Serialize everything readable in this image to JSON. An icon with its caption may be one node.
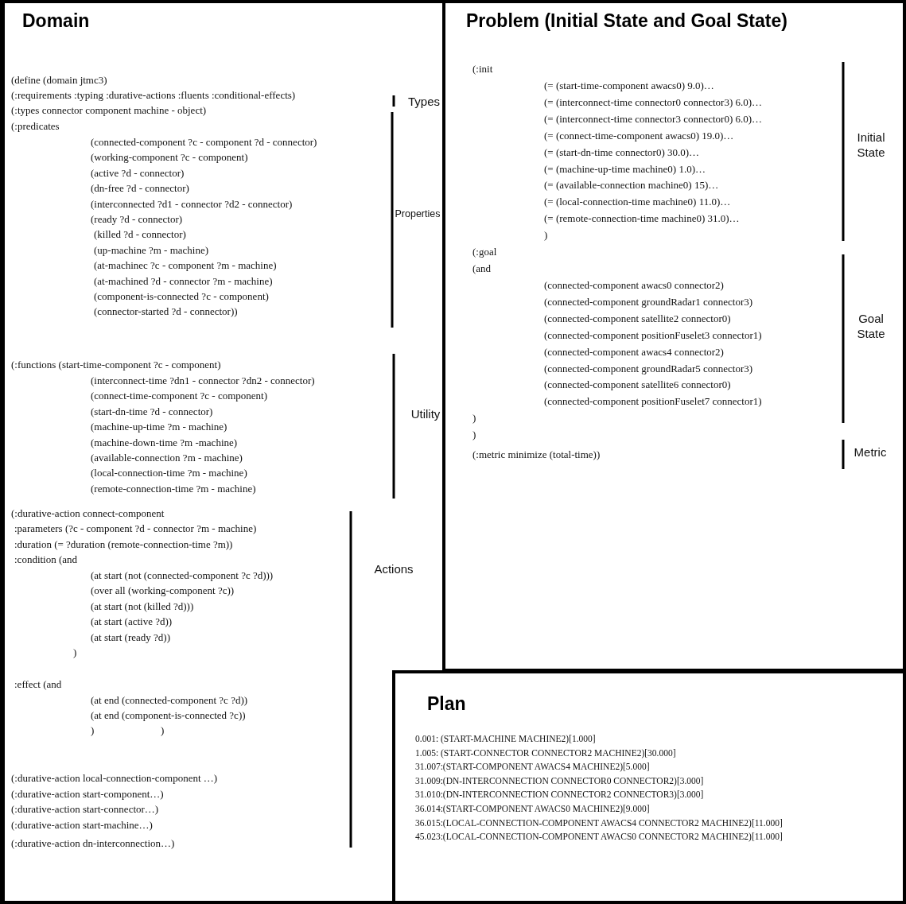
{
  "diagram": {
    "nodes": [
      {
        "text": [
          "Domain",
          "(define (domain jtmc3)",
          "(:requirements :typing :durative-actions :fluents :conditional-effects)",
          "(:types connector component machine - object)",
          "(:predicates",
          "(connected-component ?c - component ?d - connector)",
          "(working-component ?c - component)",
          "(active ?d - connector)",
          "(dn-free ?d - connector)",
          "(interconnected ?d1 - connector ?d2 - connector)",
          "(ready ?d - connector)",
          "(killed ?d - connector)",
          "(up-machine ?m - machine)",
          "(at-machinec ?c - component ?m - machine)",
          "(at-machined ?d - connector ?m - machine)",
          "(component-is-connected ?c - component)",
          "(connector-started ?d - connector))",
          "(:functions (start-time-component ?c - component)",
          "(interconnect-time ?dn1 - connector ?dn2 - connector)",
          "(connect-time-component ?c - component)",
          "(start-dn-time ?d - connector)",
          "(machine-up-time ?m - machine)",
          "(machine-down-time ?m -machine)",
          "(available-connection ?m - machine)",
          "(local-connection-time ?m - machine)",
          "(remote-connection-time ?m - machine)",
          "(:durative-action connect-component",
          ":parameters (?c - component ?d - connector ?m - machine)",
          ":duration (= ?duration (remote-connection-time ?m))",
          ":condition (and",
          "(at start (not (connected-component ?c ?d)))",
          "(over all (working-component ?c))",
          "(at start (not (killed ?d)))",
          "(at start (active ?d))",
          "(at start (ready ?d))",
          ")",
          ":effect (and",
          "(at end (connected-component ?c ?d))",
          "(at end (component-is-connected ?c))",
          ")",
          ")",
          "(:durative-action local-connection-component …)",
          "(:durative-action start-component…)",
          "(:durative-action start-connector…)",
          "(:durative-action start-machine…)",
          "(:durative-action dn-interconnection…)"
        ]
      },
      {
        "text": [
          "Problem (Initial State and Goal State)",
          "(:init",
          "(= (start-time-component awacs0) 9.0)…",
          "(= (interconnect-time connector0 connector3) 6.0)…",
          "(= (interconnect-time connector3 connector0) 6.0)…",
          "(= (connect-time-component awacs0) 19.0)…",
          "(= (start-dn-time connector0) 30.0)…",
          "(= (machine-up-time machine0) 1.0)…",
          "(= (available-connection machine0) 15)…",
          "(= (local-connection-time machine0) 11.0)…",
          "(= (remote-connection-time machine0) 31.0)…",
          ")",
          "(:goal",
          "(and",
          "(connected-component awacs0 connector2)",
          "(connected-component groundRadar1 connector3)",
          "(connected-component satellite2 connector0)",
          "(connected-component positionFuselet3 connector1)",
          "(connected-component awacs4 connector2)",
          "(connected-component groundRadar5 connector3)",
          "(connected-component satellite6 connector0)",
          "(connected-component positionFuselet7 connector1)",
          ")",
          ")",
          "(:metric minimize (total-time))"
        ]
      },
      {
        "text": [
          "Plan",
          "0.001: (START-MACHINE MACHINE2)[1.000]",
          "1.005: (START-CONNECTOR CONNECTOR2 MACHINE2)[30.000]",
          "31.007:(START-COMPONENT AWACS4 MACHINE2)[5.000]",
          "31.009:(DN-INTERCONNECTION CONNECTOR0 CONNECTOR2)[3.000]",
          "31.010:(DN-INTERCONNECTION CONNECTOR2 CONNECTOR3)[3.000]",
          "36.014:(START-COMPONENT AWACS0 MACHINE2)[9.000]",
          "36.015:(LOCAL-CONNECTION-COMPONENT AWACS4 CONNECTOR2 MACHINE2)[11.000]",
          "45.023:(LOCAL-CONNECTION-COMPONENT AWACS0 CONNECTOR2 MACHINE2)[11.000]"
        ]
      }
    ],
    "labels": [
      "Types",
      "Properties",
      "Utility",
      "Actions",
      "Initial State",
      "Goal State",
      "Metric"
    ]
  }
}
